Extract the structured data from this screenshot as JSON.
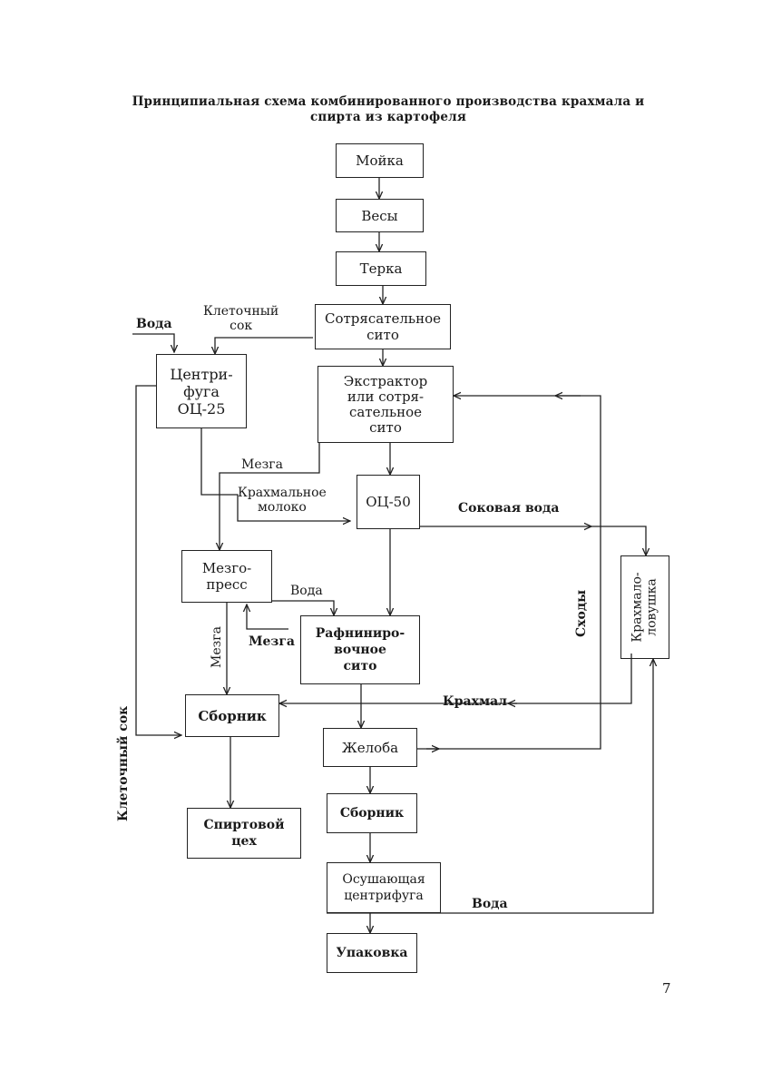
{
  "title": {
    "line1": "Принципиальная схема комбинированного производства крахмала и",
    "line2": "спирта из картофеля"
  },
  "boxes": {
    "moika": "Мойка",
    "vesy": "Весы",
    "terka": "Терка",
    "sotr_sito": "Сотрясательное\nсито",
    "centrifuga": "Центри-\nфуга\nОЦ-25",
    "ekstraktor": "Экстрактор\nили сотря-\nсательное\nсито",
    "oc50": "ОЦ-50",
    "mezgopress": "Мезго-\nпресс",
    "rafinir": "Рафниниро-\nвочное\nсито",
    "kraxmalolovushka": "Крахмало-\nловушка",
    "sbornik1": "Сборник",
    "zheloba": "Желоба",
    "spirt_ceh": "Спиртовой\nцех",
    "sbornik2": "Сборник",
    "osush": "Осушающая\nцентрифуга",
    "upakovka": "Упаковка"
  },
  "labels": {
    "voda_top": "Вода",
    "kletochny_sok_top": "Клеточный\nсок",
    "mezga_top": "Мезга",
    "krahmalnoe_moloko": "Крахмальное\nмолоко",
    "sokovaya_voda": "Соковая вода",
    "voda_mid": "Вода",
    "mezga_mid": "Мезга",
    "mezga_vert": "Мезга",
    "shody": "Сходы",
    "krahmal": "Крахмал",
    "kletochny_sok_vert": "Клеточный сок",
    "voda_bottom": "Вода"
  },
  "page_number": "7"
}
